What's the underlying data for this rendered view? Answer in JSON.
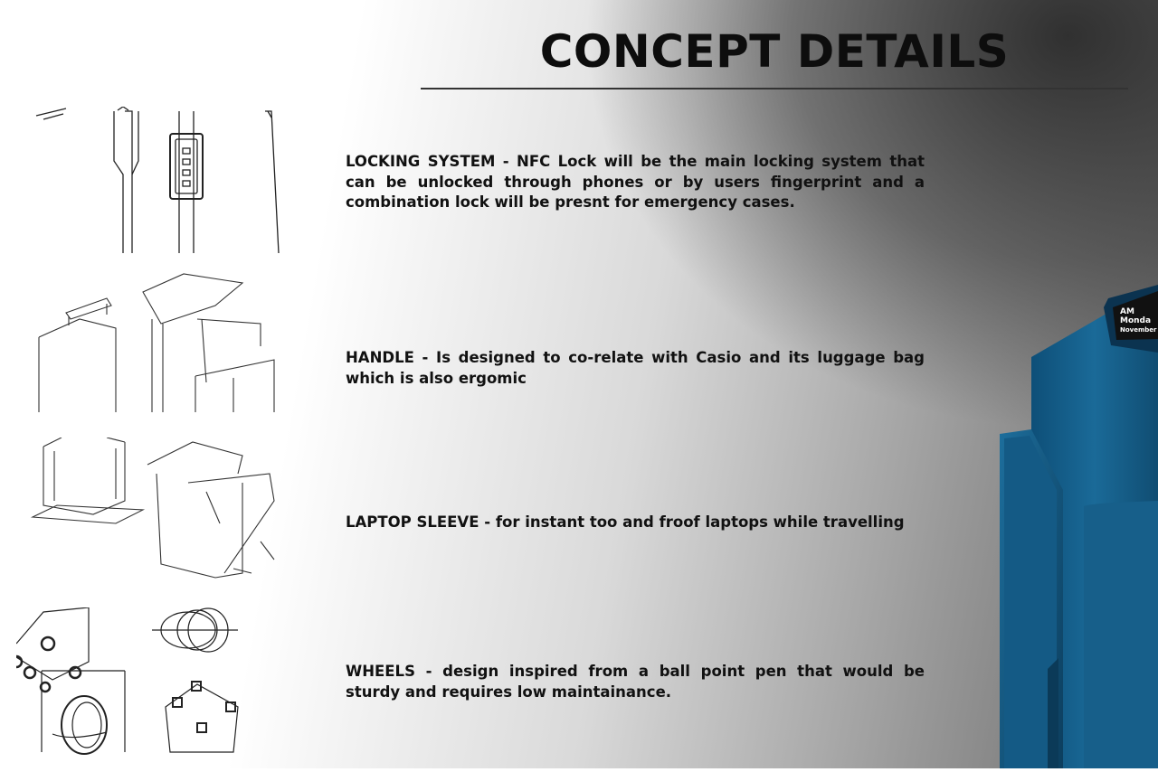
{
  "page": {
    "title": "CONCEPT DETAILS"
  },
  "details": [
    {
      "name": "locking-system",
      "text": "LOCKING SYSTEM -  NFC Lock will be the main locking system that can be unlocked through phones or by users fingerprint and a combination lock will be presnt for emergency cases.",
      "sketch_icon": "nfc-lock-sketch"
    },
    {
      "name": "handle",
      "text": "HANDLE - Is designed to co-relate with Casio and its luggage bag which is also ergomic",
      "sketch_icon": "handle-sketch"
    },
    {
      "name": "laptop-sleeve",
      "text": "LAPTOP SLEEVE - for instant too and froof laptops while travelling",
      "sketch_icon": "laptop-sleeve-sketch"
    },
    {
      "name": "wheels",
      "text": "WHEELS - design inspired from a ball point pen that would be sturdy and requires low maintainance.",
      "sketch_icon": "wheels-sketch"
    }
  ],
  "device_screen": {
    "line1": "AM",
    "line2": "Monda",
    "line3": "November"
  },
  "colors": {
    "device_blue": "#145a85",
    "device_dark": "#0d3f60",
    "title": "#0d0d0d"
  }
}
